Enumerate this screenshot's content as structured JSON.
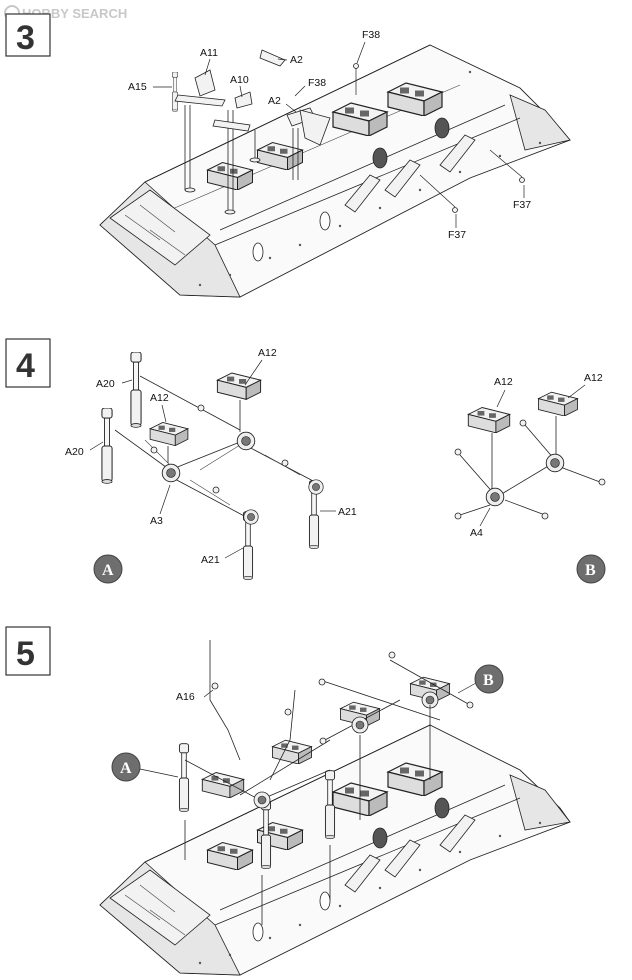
{
  "watermark": {
    "logo_text": "HOBBY SEARCH"
  },
  "steps": [
    {
      "number": "3",
      "labels": {
        "a11": "A11",
        "a2_top": "A2",
        "f38_top": "F38",
        "a15": "A15",
        "a10": "A10",
        "f38_mid": "F38",
        "a2_mid": "A2",
        "f37_right": "F37",
        "f37_bottom": "F37"
      }
    },
    {
      "number": "4",
      "labels": {
        "a12_a_top": "A12",
        "a20_top": "A20",
        "a12_a_mid": "A12",
        "a20_left": "A20",
        "a3": "A3",
        "a21_right": "A21",
        "a21_bottom": "A21",
        "a12_b_left": "A12",
        "a12_b_right": "A12",
        "a4": "A4"
      },
      "subassemblies": {
        "a": "A",
        "b": "B"
      }
    },
    {
      "number": "5",
      "labels": {
        "a16": "A16"
      },
      "subassemblies": {
        "a": "A",
        "b": "B"
      }
    }
  ],
  "colors": {
    "badge_fill": "#6e6e6e",
    "line": "#222222",
    "logo_text": "#c8c8c8"
  }
}
